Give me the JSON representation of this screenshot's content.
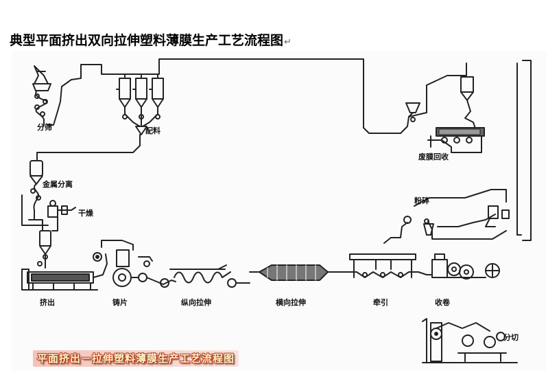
{
  "title": "典型平面挤出双向拉伸塑料薄膜生产工艺流程图",
  "title_return_mark": "↵",
  "labels": {
    "sieving": "分筛",
    "batching": "配料",
    "metal_separation": "金属分离",
    "drying": "干燥",
    "extrusion": "挤出",
    "casting": "铸片",
    "longitudinal_stretch": "纵向拉伸",
    "transverse_stretch": "横向拉伸",
    "traction": "牵引",
    "winding": "收卷",
    "film_recycling": "废膜回收",
    "crushing": "粉碎",
    "slitting": "分切"
  },
  "banner": "平面挤出－拉伸塑料薄膜生产工艺流程图"
}
